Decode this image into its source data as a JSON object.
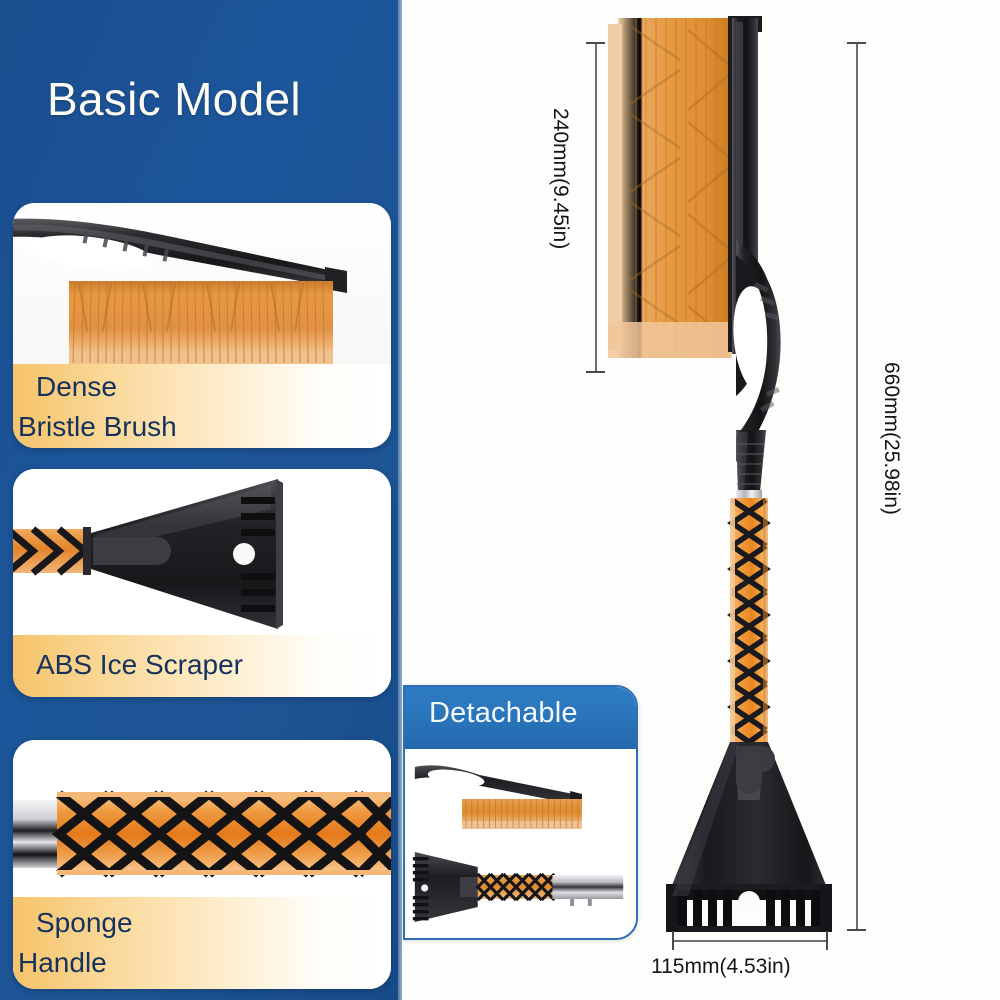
{
  "panel": {
    "title": "Basic Model",
    "background_color": "#1c5599"
  },
  "features": [
    {
      "id": "dense-bristle-brush",
      "caption_line1": "Dense",
      "caption_line2": "Bristle Brush",
      "image": "brush-head-closeup"
    },
    {
      "id": "abs-ice-scraper",
      "caption_line1": "ABS Ice Scraper",
      "caption_line2": "",
      "image": "ice-scraper-closeup"
    },
    {
      "id": "sponge-handle",
      "caption_line1": "Sponge",
      "caption_line2": "Handle",
      "image": "sponge-handle-closeup"
    }
  ],
  "detachable": {
    "header": "Detachable",
    "image": "detached-brush-and-scraper"
  },
  "dimensions": {
    "brush_width": "240mm(9.45in)",
    "total_length": "660mm(25.98in)",
    "scraper_width": "115mm(4.53in)"
  },
  "colors": {
    "panel_blue": "#1c5599",
    "header_blue": "#2f7cc2",
    "bristle_orange": "#e2913d",
    "caption_amber": "#f6c36a",
    "caption_text": "#15325c",
    "body_black": "#2b2b2d"
  },
  "product": {
    "name": "snow-brush-ice-scraper"
  }
}
